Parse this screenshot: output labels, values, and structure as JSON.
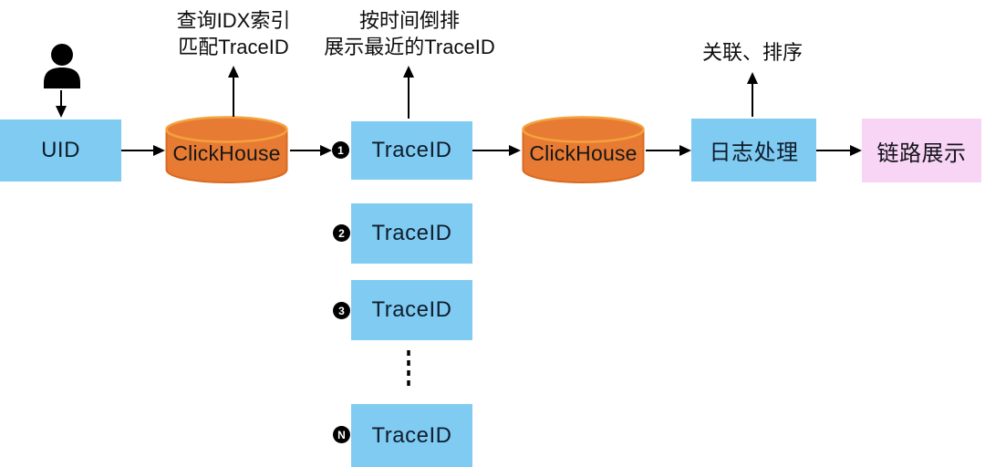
{
  "diagram": {
    "title_hint": "TraceID query flow",
    "nodes": {
      "uid": "UID",
      "clickhouse_idx": "ClickHouse",
      "clickhouse_log": "ClickHouse",
      "log_processing": "日志处理",
      "trace_display": "链路展示"
    },
    "annotations": {
      "idx_query": [
        "查询IDX索引",
        "匹配TraceID"
      ],
      "time_sort": [
        "按时间倒排",
        "展示最近的TraceID"
      ],
      "correlate": [
        "关联、排序"
      ]
    },
    "trace_list": [
      {
        "badge": "1",
        "label": "TraceID"
      },
      {
        "badge": "2",
        "label": "TraceID"
      },
      {
        "badge": "3",
        "label": "TraceID"
      },
      {
        "badge": "N",
        "label": "TraceID"
      }
    ],
    "icons": [
      "person-icon",
      "database-cylinder-icon",
      "arrow-icon"
    ],
    "colors": {
      "box_blue": "#7fcbf2",
      "box_pink": "#f8d5f4",
      "cylinder_orange": "#e87b33",
      "cylinder_outline": "#d96a20",
      "cylinder_rim": "#f3a33c",
      "badge_bg": "#000000",
      "badge_fg": "#ffffff",
      "node_text": "#101c2c",
      "annotation_text": "#0d0d0d",
      "arrow": "#000000"
    }
  }
}
